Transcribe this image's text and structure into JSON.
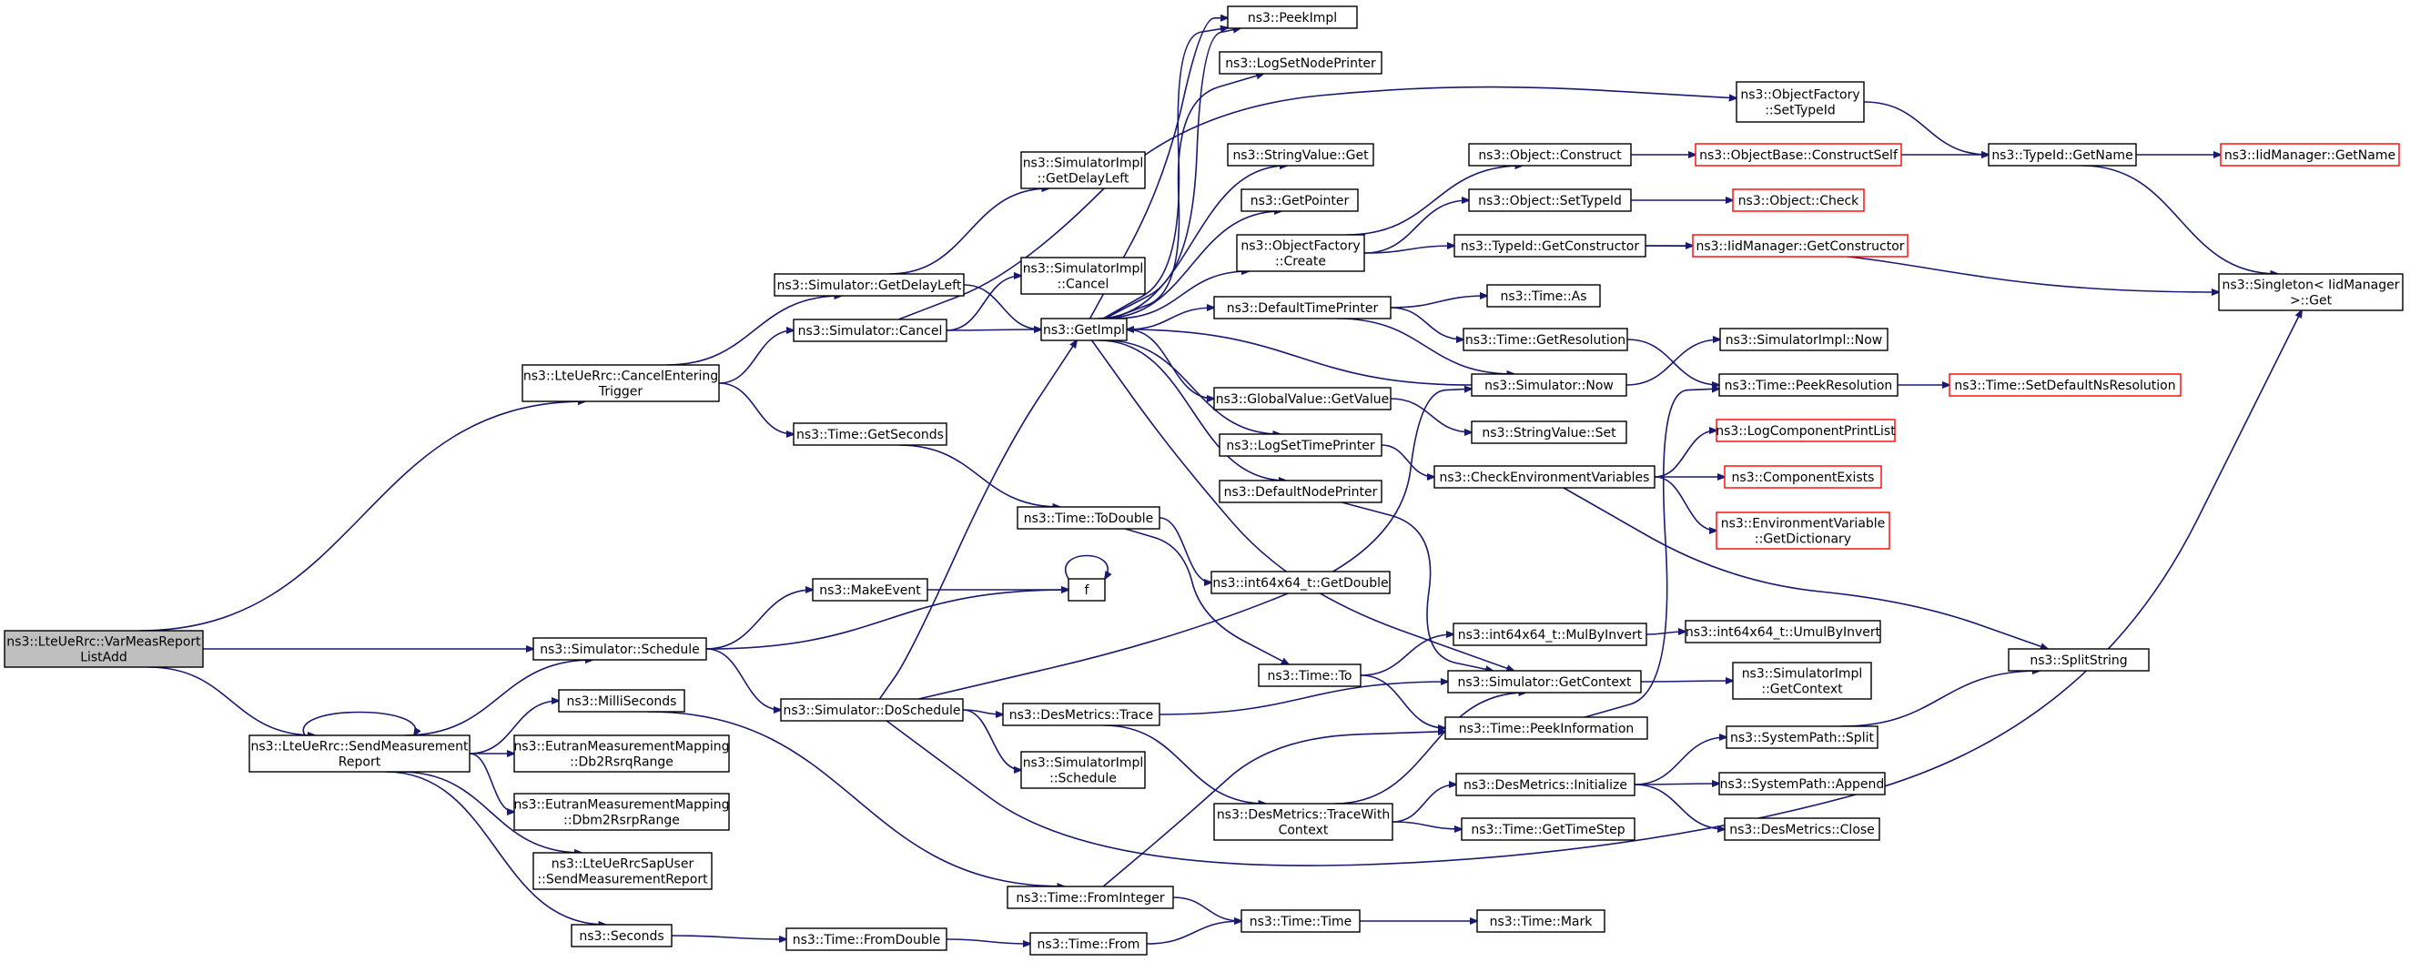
{
  "colors": {
    "edge": "#191970",
    "node_border": "#000000",
    "missing_border": "#ff0000",
    "root_fill": "#bfbfbf"
  },
  "nodes": [
    {
      "id": "root",
      "lines": [
        "ns3::LteUeRrc::VarMeasReport",
        "ListAdd"
      ],
      "style": "root"
    },
    {
      "id": "cancelEnteringTrigger",
      "lines": [
        "ns3::LteUeRrc::CancelEntering",
        "Trigger"
      ]
    },
    {
      "id": "simSchedule",
      "lines": [
        "ns3::Simulator::Schedule"
      ]
    },
    {
      "id": "sendMeasurementReport",
      "lines": [
        "ns3::LteUeRrc::SendMeasurement",
        "Report"
      ]
    },
    {
      "id": "simGetDelayLeft",
      "lines": [
        "ns3::Simulator::GetDelayLeft"
      ]
    },
    {
      "id": "simCancel",
      "lines": [
        "ns3::Simulator::Cancel"
      ]
    },
    {
      "id": "timeGetSeconds",
      "lines": [
        "ns3::Time::GetSeconds"
      ]
    },
    {
      "id": "makeEvent",
      "lines": [
        "ns3::MakeEvent"
      ]
    },
    {
      "id": "simDoSchedule",
      "lines": [
        "ns3::Simulator::DoSchedule"
      ]
    },
    {
      "id": "milliSeconds",
      "lines": [
        "ns3::MilliSeconds"
      ]
    },
    {
      "id": "db2RsrqRange",
      "lines": [
        "ns3::EutranMeasurementMapping",
        "::Db2RsrqRange"
      ]
    },
    {
      "id": "dbm2RsrpRange",
      "lines": [
        "ns3::EutranMeasurementMapping",
        "::Dbm2RsrpRange"
      ]
    },
    {
      "id": "sapUserSendMeas",
      "lines": [
        "ns3::LteUeRrcSapUser",
        "::SendMeasurementReport"
      ]
    },
    {
      "id": "seconds",
      "lines": [
        "ns3::Seconds"
      ]
    },
    {
      "id": "implGetDelayLeft",
      "lines": [
        "ns3::SimulatorImpl",
        "::GetDelayLeft"
      ]
    },
    {
      "id": "implCancel",
      "lines": [
        "ns3::SimulatorImpl",
        "::Cancel"
      ]
    },
    {
      "id": "getImpl",
      "lines": [
        "ns3::GetImpl"
      ]
    },
    {
      "id": "timeToDouble",
      "lines": [
        "ns3::Time::ToDouble"
      ]
    },
    {
      "id": "f",
      "lines": [
        "f"
      ]
    },
    {
      "id": "desTrace",
      "lines": [
        "ns3::DesMetrics::Trace"
      ]
    },
    {
      "id": "implSchedule",
      "lines": [
        "ns3::SimulatorImpl",
        "::Schedule"
      ]
    },
    {
      "id": "timeFromInteger",
      "lines": [
        "ns3::Time::FromInteger"
      ]
    },
    {
      "id": "timeFromDouble",
      "lines": [
        "ns3::Time::FromDouble"
      ]
    },
    {
      "id": "peekImpl",
      "lines": [
        "ns3::PeekImpl"
      ]
    },
    {
      "id": "logSetNodePrinter",
      "lines": [
        "ns3::LogSetNodePrinter"
      ]
    },
    {
      "id": "stringValueGet",
      "lines": [
        "ns3::StringValue::Get"
      ]
    },
    {
      "id": "getPointer",
      "lines": [
        "ns3::GetPointer"
      ]
    },
    {
      "id": "objectFactoryCreate",
      "lines": [
        "ns3::ObjectFactory",
        "::Create"
      ]
    },
    {
      "id": "defaultTimePrinter",
      "lines": [
        "ns3::DefaultTimePrinter"
      ]
    },
    {
      "id": "globalValueGetValue",
      "lines": [
        "ns3::GlobalValue::GetValue"
      ]
    },
    {
      "id": "logSetTimePrinter",
      "lines": [
        "ns3::LogSetTimePrinter"
      ]
    },
    {
      "id": "defaultNodePrinter",
      "lines": [
        "ns3::DefaultNodePrinter"
      ]
    },
    {
      "id": "int64GetDouble",
      "lines": [
        "ns3::int64x64_t::GetDouble"
      ]
    },
    {
      "id": "timeTo",
      "lines": [
        "ns3::Time::To"
      ]
    },
    {
      "id": "desTraceWithContext",
      "lines": [
        "ns3::DesMetrics::TraceWith",
        "Context"
      ]
    },
    {
      "id": "timeTime",
      "lines": [
        "ns3::Time::Time"
      ]
    },
    {
      "id": "timeFrom",
      "lines": [
        "ns3::Time::From"
      ]
    },
    {
      "id": "objectFactorySetTypeId",
      "lines": [
        "ns3::ObjectFactory",
        "::SetTypeId"
      ]
    },
    {
      "id": "objectConstruct",
      "lines": [
        "ns3::Object::Construct"
      ]
    },
    {
      "id": "objectSetTypeId",
      "lines": [
        "ns3::Object::SetTypeId"
      ]
    },
    {
      "id": "typeIdGetConstructor",
      "lines": [
        "ns3::TypeId::GetConstructor"
      ]
    },
    {
      "id": "timeAs",
      "lines": [
        "ns3::Time::As"
      ]
    },
    {
      "id": "timeGetResolution",
      "lines": [
        "ns3::Time::GetResolution"
      ]
    },
    {
      "id": "simNow",
      "lines": [
        "ns3::Simulator::Now"
      ]
    },
    {
      "id": "stringValueSet",
      "lines": [
        "ns3::StringValue::Set"
      ]
    },
    {
      "id": "checkEnvVars",
      "lines": [
        "ns3::CheckEnvironmentVariables"
      ]
    },
    {
      "id": "int64MulByInvert",
      "lines": [
        "ns3::int64x64_t::MulByInvert"
      ]
    },
    {
      "id": "simGetContext",
      "lines": [
        "ns3::Simulator::GetContext"
      ]
    },
    {
      "id": "timePeekInformation",
      "lines": [
        "ns3::Time::PeekInformation"
      ]
    },
    {
      "id": "desInitialize",
      "lines": [
        "ns3::DesMetrics::Initialize"
      ]
    },
    {
      "id": "timeGetTimeStep",
      "lines": [
        "ns3::Time::GetTimeStep"
      ]
    },
    {
      "id": "timeMark",
      "lines": [
        "ns3::Time::Mark"
      ]
    },
    {
      "id": "objBaseConstructSelf",
      "lines": [
        "ns3::ObjectBase::ConstructSelf"
      ],
      "style": "red"
    },
    {
      "id": "objectCheck",
      "lines": [
        "ns3::Object::Check"
      ],
      "style": "red"
    },
    {
      "id": "iidGetConstructor",
      "lines": [
        "ns3::IidManager::GetConstructor"
      ],
      "style": "red"
    },
    {
      "id": "implNow",
      "lines": [
        "ns3::SimulatorImpl::Now"
      ]
    },
    {
      "id": "timePeekResolution",
      "lines": [
        "ns3::Time::PeekResolution"
      ]
    },
    {
      "id": "logComponentPrintList",
      "lines": [
        "ns3::LogComponentPrintList"
      ],
      "style": "red"
    },
    {
      "id": "componentExists",
      "lines": [
        "ns3::ComponentExists"
      ],
      "style": "red"
    },
    {
      "id": "envVarGetDictionary",
      "lines": [
        "ns3::EnvironmentVariable",
        "::GetDictionary"
      ],
      "style": "red"
    },
    {
      "id": "int64UmulByInvert",
      "lines": [
        "ns3::int64x64_t::UmulByInvert"
      ]
    },
    {
      "id": "implGetContext",
      "lines": [
        "ns3::SimulatorImpl",
        "::GetContext"
      ]
    },
    {
      "id": "systemPathSplit",
      "lines": [
        "ns3::SystemPath::Split"
      ]
    },
    {
      "id": "systemPathAppend",
      "lines": [
        "ns3::SystemPath::Append"
      ]
    },
    {
      "id": "desClose",
      "lines": [
        "ns3::DesMetrics::Close"
      ]
    },
    {
      "id": "typeIdGetName",
      "lines": [
        "ns3::TypeId::GetName"
      ]
    },
    {
      "id": "iidGetName",
      "lines": [
        "ns3::IidManager::GetName"
      ],
      "style": "red"
    },
    {
      "id": "singletonGet",
      "lines": [
        "ns3::Singleton< IidManager",
        ">::Get"
      ]
    },
    {
      "id": "timeSetDefaultNsResolution",
      "lines": [
        "ns3::Time::SetDefaultNsResolution"
      ],
      "style": "red"
    },
    {
      "id": "splitString",
      "lines": [
        "ns3::SplitString"
      ]
    }
  ]
}
